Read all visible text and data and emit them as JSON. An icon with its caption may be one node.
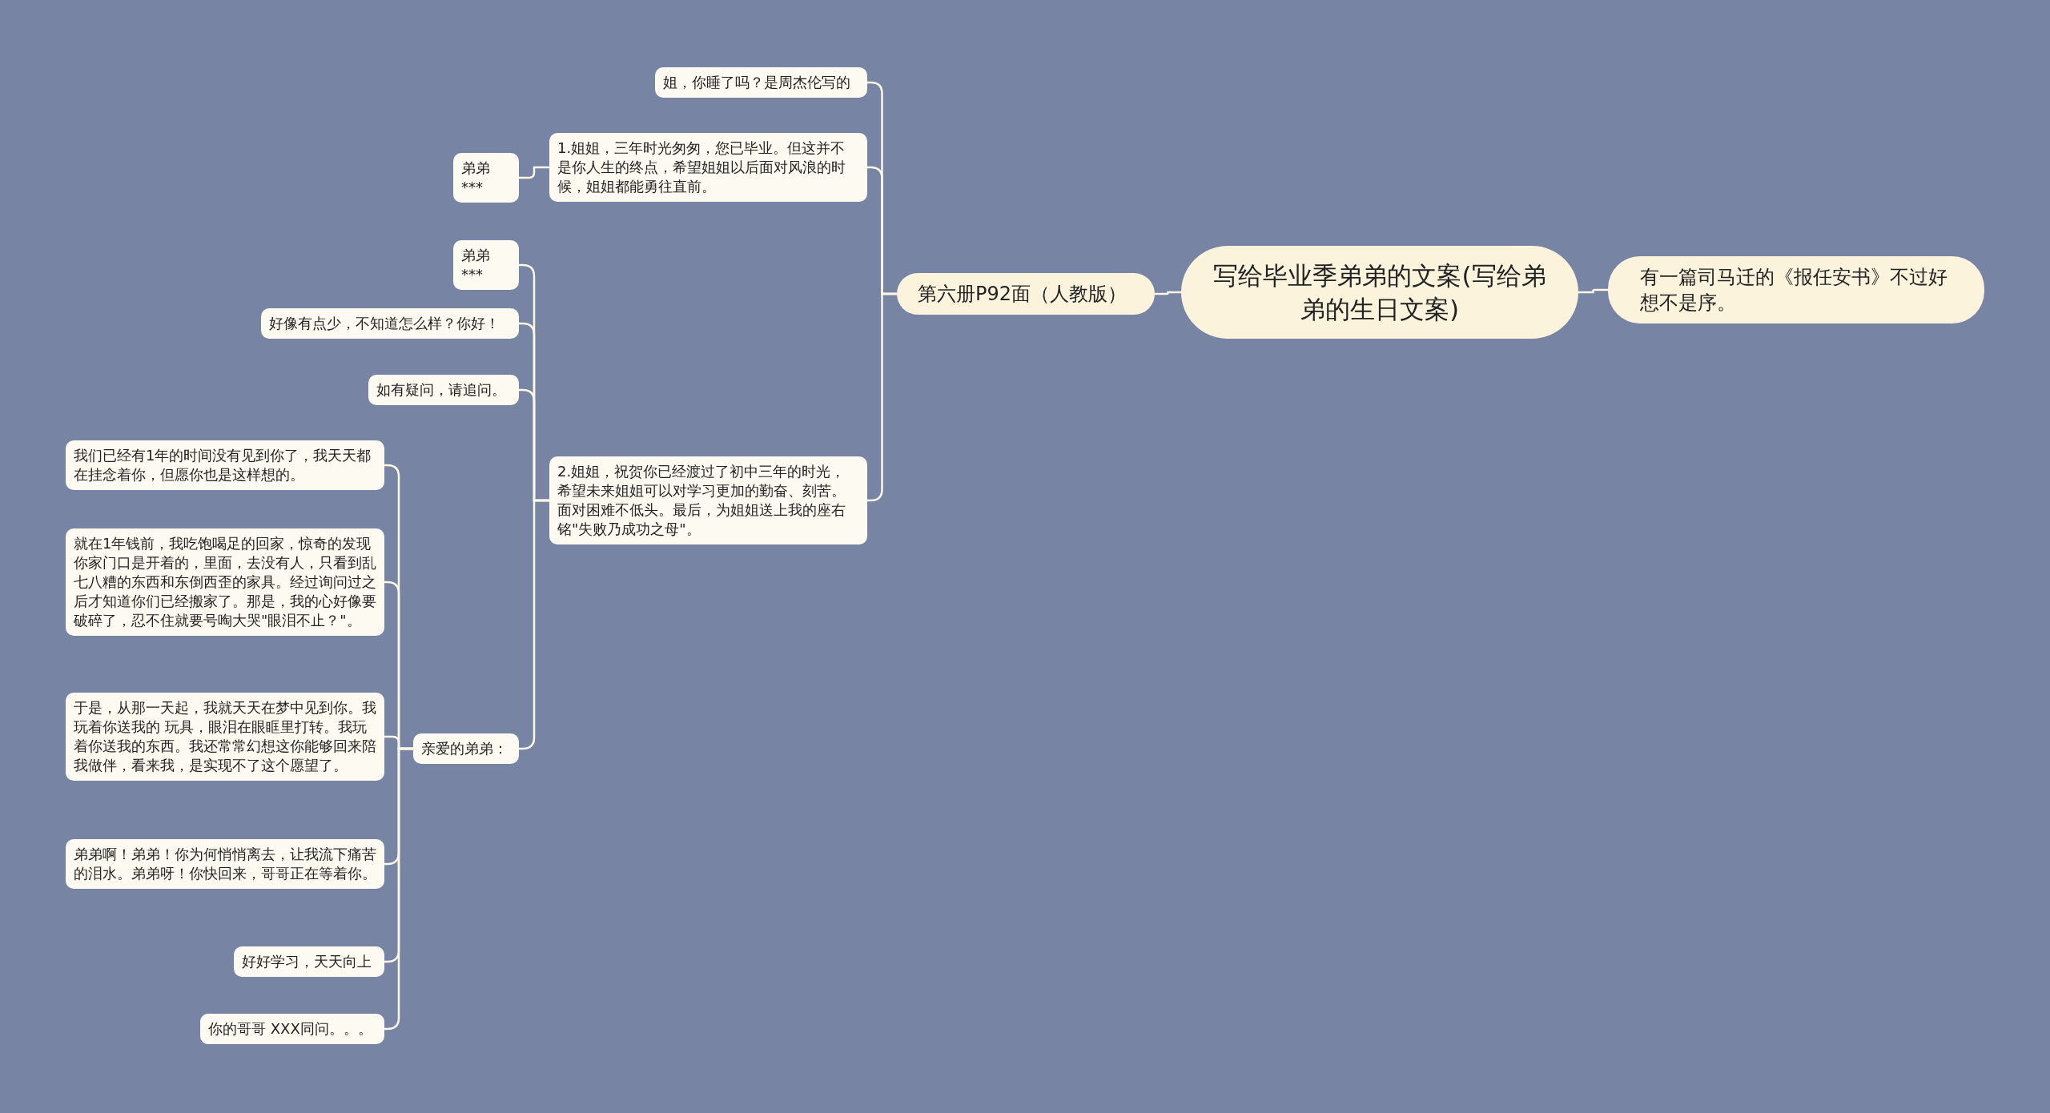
{
  "diagram": {
    "nodes": [
      {
        "text": [
          "写给毕业季弟弟的文案(写给弟弟的生日文案)"
        ]
      },
      {
        "text": [
          "有一篇司马迁的《报任安书》不过好想不是序。"
        ]
      },
      {
        "text": [
          "第六册P92面（人教版）"
        ]
      },
      {
        "text": [
          "姐，你睡了吗？是周杰伦写的"
        ]
      },
      {
        "text": [
          "弟弟***"
        ]
      },
      {
        "text": [
          "1.姐姐，三年时光匆匆，您已毕业。但这并不是你人生的终点，希望姐姐以后面对风浪的时候，姐姐都能勇往直前。"
        ]
      },
      {
        "text": [
          "弟弟***"
        ]
      },
      {
        "text": [
          "好像有点少，不知道怎么样？你好！"
        ]
      },
      {
        "text": [
          "如有疑问，请追问。"
        ]
      },
      {
        "text": [
          "我们已经有1年的时间没有见到你了，我天天都在挂念着你，但愿你也是这样想的。"
        ]
      },
      {
        "text": [
          "就在1年钱前，我吃饱喝足的回家，惊奇的发现你家门口是开着的，里面，去没有人，只看到乱七八糟的东西和东倒西歪的家具。经过询问过之后才知道你们已经搬家了。那是，我的心好像要破碎了，忍不住就要号啕大哭\"眼泪不止？\"。"
        ]
      },
      {
        "text": [
          "于是，从那一天起，我就天天在梦中见到你。我玩着你送我的 玩具，眼泪在眼眶里打转。我玩着你送我的东西。我还常常幻想这你能够回来陪我做伴，看来我，是实现不了这个愿望了。"
        ]
      },
      {
        "text": [
          "弟弟啊！弟弟！你为何悄悄离去，让我流下痛苦的泪水。弟弟呀！你快回来，哥哥正在等着你。"
        ]
      },
      {
        "text": [
          "好好学习，天天向上"
        ]
      },
      {
        "text": [
          "你的哥哥 XXX同问。。。"
        ]
      },
      {
        "text": [
          "亲爱的弟弟："
        ]
      },
      {
        "text": [
          "2.姐姐，祝贺你已经渡过了初中三年的时光，希望未来姐姐可以对学习更加的勤奋、刻苦。面对困难不低头。最后，为姐姐送上我的座右铭\"失败乃成功之母\"。"
        ]
      }
    ],
    "edges": [
      {
        "from": 0,
        "to": 1,
        "arrow": "none"
      },
      {
        "from": 0,
        "to": 2,
        "arrow": "none"
      },
      {
        "from": 2,
        "to": 3,
        "arrow": "none"
      },
      {
        "from": 2,
        "to": 5,
        "arrow": "none"
      },
      {
        "from": 2,
        "to": 16,
        "arrow": "none"
      },
      {
        "from": 5,
        "to": 4,
        "arrow": "none"
      },
      {
        "from": 16,
        "to": 6,
        "arrow": "none"
      },
      {
        "from": 16,
        "to": 7,
        "arrow": "none"
      },
      {
        "from": 16,
        "to": 8,
        "arrow": "none"
      },
      {
        "from": 16,
        "to": 15,
        "arrow": "none"
      },
      {
        "from": 15,
        "to": 9,
        "arrow": "none"
      },
      {
        "from": 15,
        "to": 10,
        "arrow": "none"
      },
      {
        "from": 15,
        "to": 11,
        "arrow": "none"
      },
      {
        "from": 15,
        "to": 12,
        "arrow": "none"
      },
      {
        "from": 15,
        "to": 13,
        "arrow": "none"
      },
      {
        "from": 15,
        "to": 14,
        "arrow": "none"
      }
    ]
  }
}
